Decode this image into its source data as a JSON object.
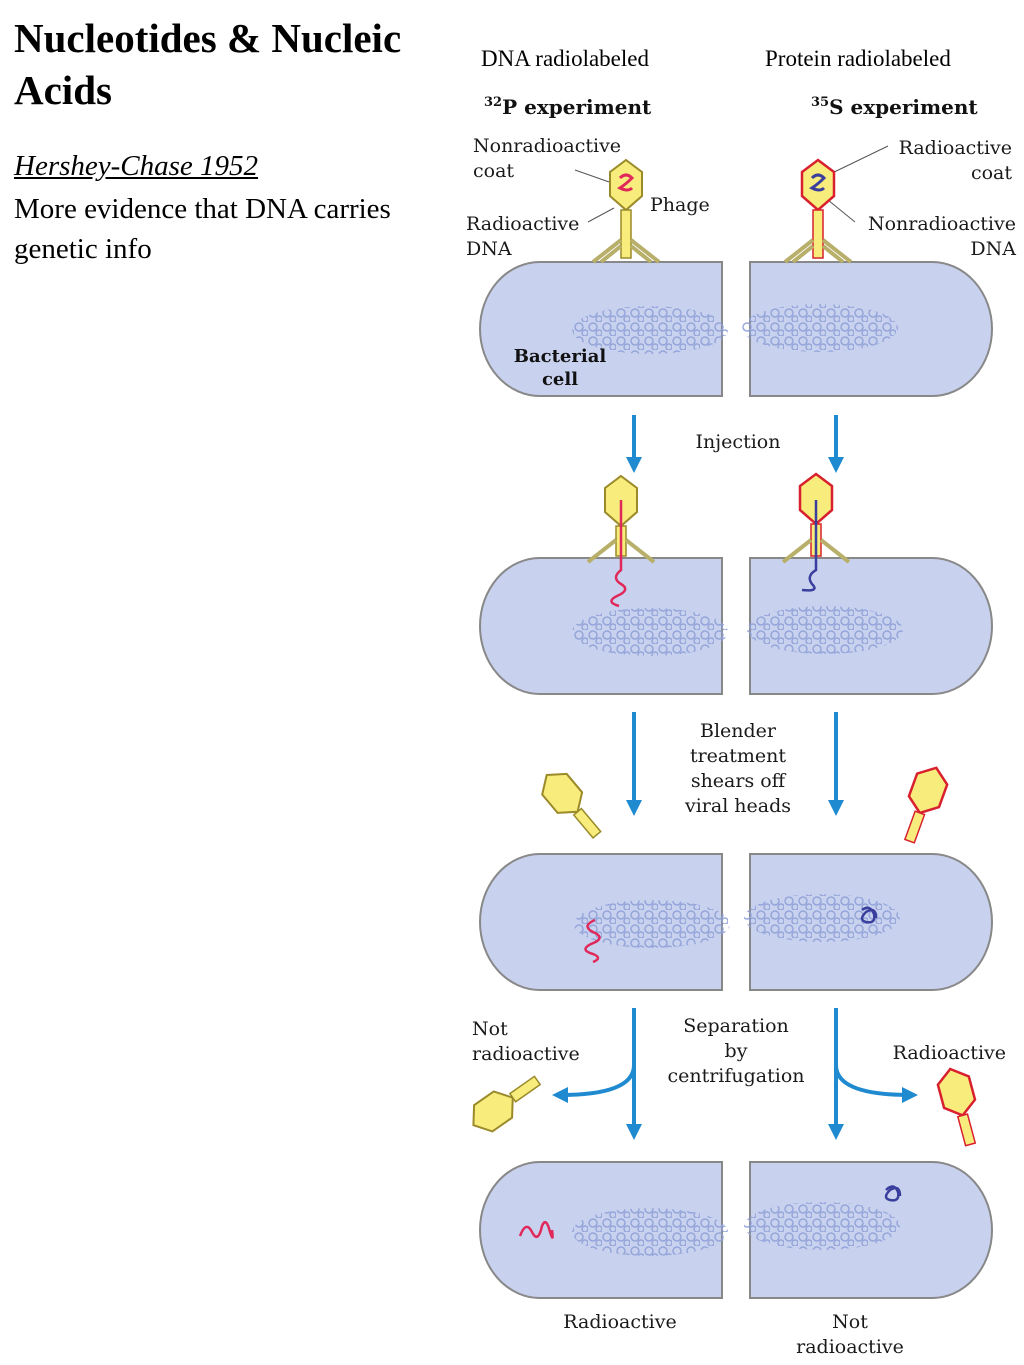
{
  "title": "Nucleotides & Nucleic Acids",
  "subtitle": "Hershey-Chase 1952",
  "body": "More evidence that DNA carries genetic info",
  "columns": {
    "left_head": "DNA radiolabeled",
    "right_head": "Protein radiolabeled",
    "left_experiment": {
      "isotope": "32",
      "label": "P experiment"
    },
    "right_experiment": {
      "isotope": "35",
      "label": "S experiment"
    }
  },
  "labels": {
    "nonradioactive_coat": [
      "Nonradioactive",
      "coat"
    ],
    "phage": "Phage",
    "radioactive_dna": [
      "Radioactive",
      "DNA"
    ],
    "radioactive_coat": [
      "Radioactive",
      "coat"
    ],
    "nonradioactive_dna": [
      "Nonradioactive",
      "DNA"
    ],
    "bacterial_cell": [
      "Bacterial",
      "cell"
    ],
    "injection": "Injection",
    "blender": [
      "Blender",
      "treatment",
      "shears off",
      "viral heads"
    ],
    "separation": [
      "Separation",
      "by",
      "centrifugation"
    ],
    "left_not_radioactive": [
      "Not",
      "radioactive"
    ],
    "right_radioactive": "Radioactive",
    "bottom_left": "Radioactive",
    "bottom_right": [
      "Not",
      "radioactive"
    ]
  },
  "colors": {
    "cell_fill": "#c8d2ee",
    "cell_outline": "#888888",
    "arrow": "#1f8ad0",
    "phage_yellow": "#f7ec7c",
    "radioactive_red": "#e0285a",
    "dna_blue": "#3a3f9e",
    "protein_red_outline": "#d8202e"
  }
}
